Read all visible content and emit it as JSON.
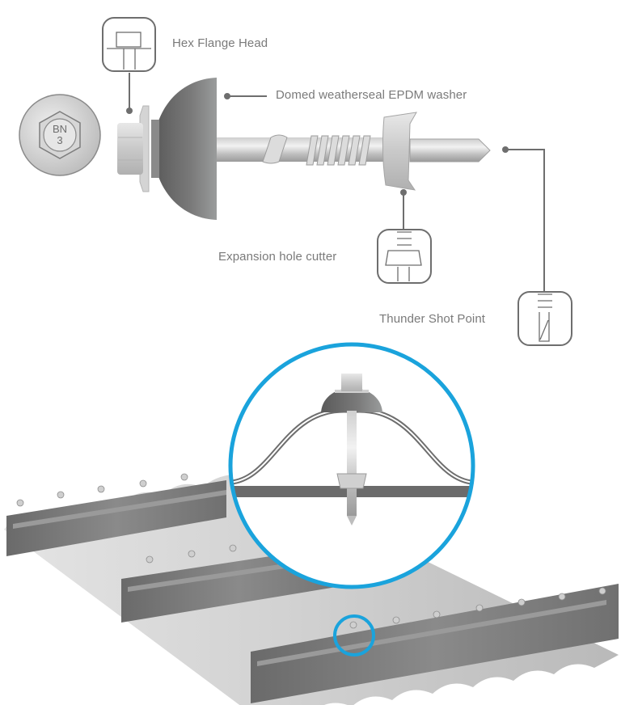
{
  "labels": {
    "hex_flange_head": "Hex Flange Head",
    "domed_washer": "Domed weatherseal EPDM washer",
    "expansion_cutter": "Expansion hole cutter",
    "thunder_shot_point": "Thunder Shot Point"
  },
  "head_marking": {
    "line1": "BN",
    "line2": "3"
  },
  "colors": {
    "callout_line": "#6e6e6e",
    "label_text": "#7a7a7a",
    "highlight_ring": "#1aa3dc",
    "washer": "#6d6d6d",
    "steel_purlin": "#737373",
    "roof_sheet": "#c9c9c9"
  }
}
